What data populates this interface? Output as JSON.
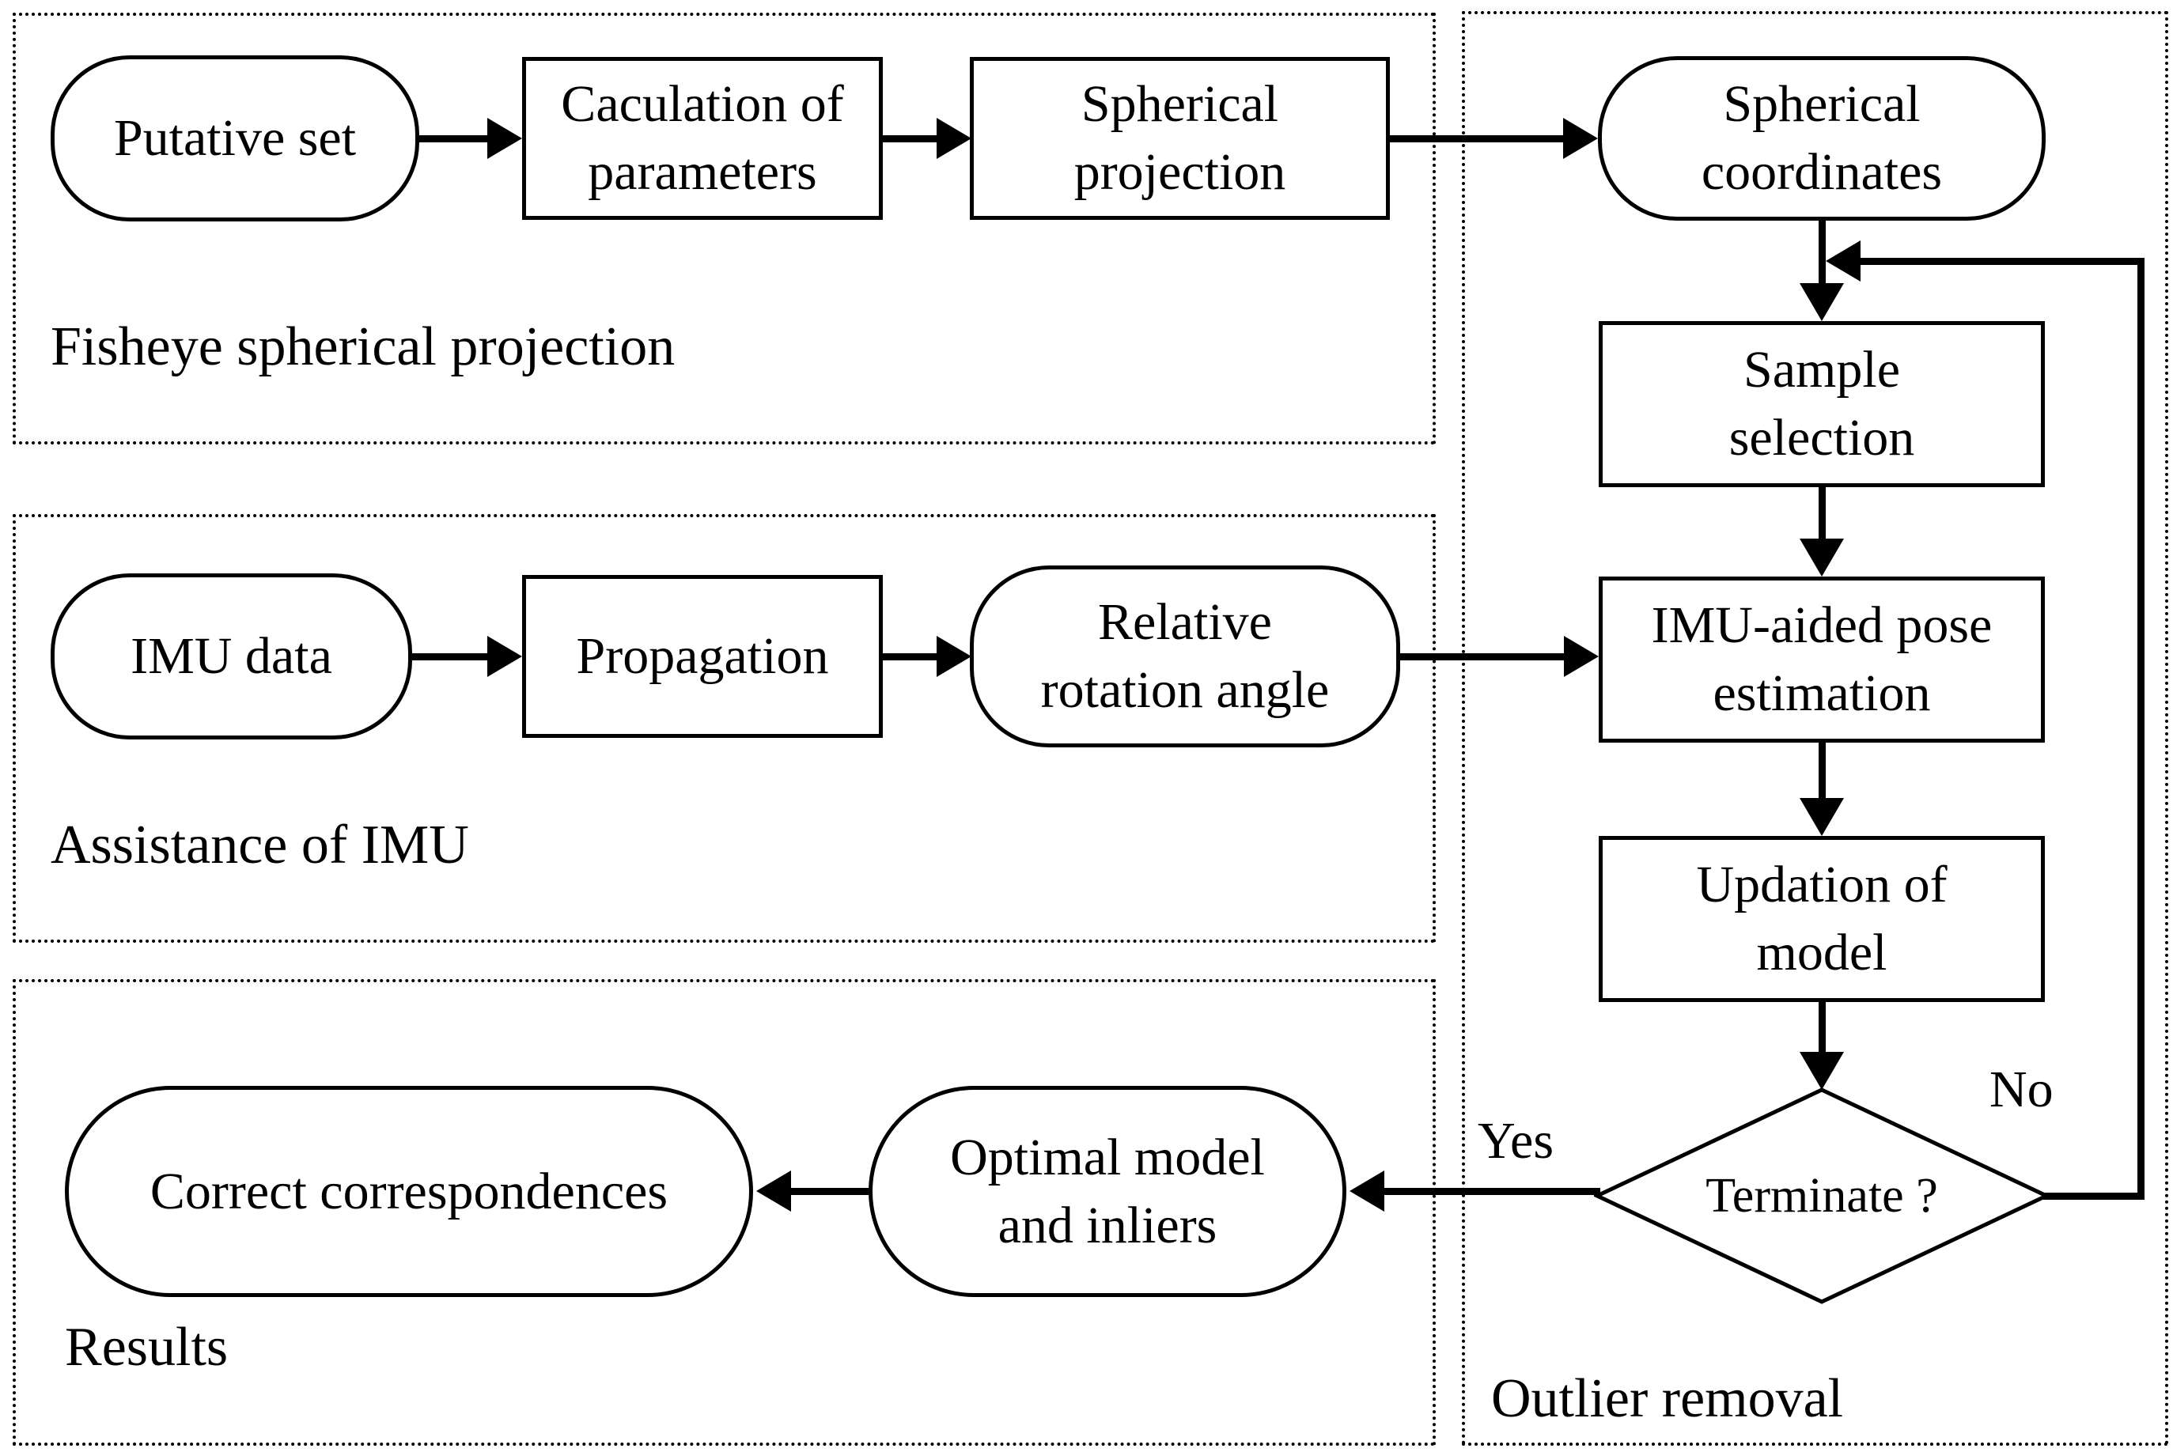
{
  "diagram": {
    "sections": {
      "fisheye": {
        "label": "Fisheye spherical projection"
      },
      "imu": {
        "label": "Assistance of IMU"
      },
      "results": {
        "label": "Results"
      },
      "outlier": {
        "label": "Outlier removal"
      }
    },
    "nodes": {
      "putative_set": "Putative set",
      "calc_params_l1": "Caculation of",
      "calc_params_l2": "parameters",
      "spherical_projection_l1": "Spherical",
      "spherical_projection_l2": "projection",
      "spherical_coordinates_l1": "Spherical",
      "spherical_coordinates_l2": "coordinates",
      "sample_selection_l1": "Sample",
      "sample_selection_l2": "selection",
      "imu_data": "IMU data",
      "propagation": "Propagation",
      "relative_rotation_l1": "Relative",
      "relative_rotation_l2": "rotation angle",
      "imu_aided_l1": "IMU-aided pose",
      "imu_aided_l2": "estimation",
      "updation_l1": "Updation of",
      "updation_l2": "model",
      "terminate": "Terminate ?",
      "correct_correspondences": "Correct correspondences",
      "optimal_model_l1": "Optimal model",
      "optimal_model_l2": "and inliers"
    },
    "edge_labels": {
      "yes": "Yes",
      "no": "No"
    },
    "colors": {
      "line": "#000000",
      "background": "#ffffff"
    }
  }
}
